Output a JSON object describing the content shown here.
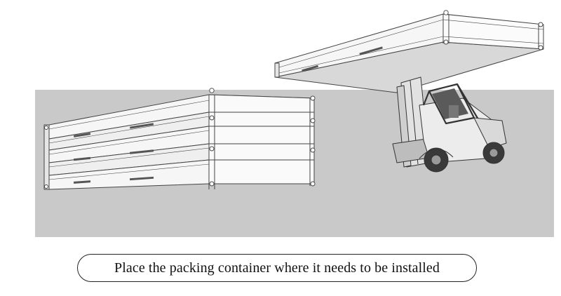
{
  "caption": {
    "text": "Place the packing container where it needs to be installed"
  },
  "colors": {
    "ground": "#c9c9c9",
    "container_face": "#f7f7f7",
    "container_shade": "#e3e3e3",
    "container_underside": "#d6d6d6",
    "outline": "#444444",
    "forklift_body": "#e9e9e9",
    "forklift_dark": "#555555",
    "tire": "#3a3a3a"
  },
  "icons": [
    "stacked-containers",
    "lifted-container",
    "forklift"
  ]
}
